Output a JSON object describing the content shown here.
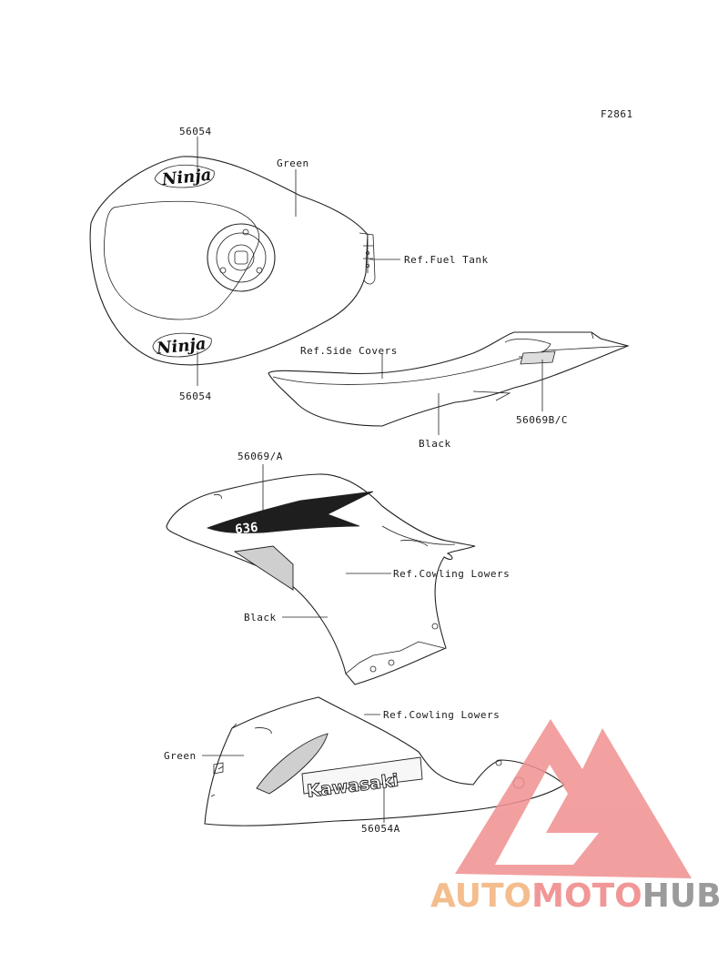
{
  "figure_id": "F2861",
  "tank": {
    "part_top": "56054",
    "part_bottom": "56054",
    "color_label": "Green",
    "ref_label": "Ref.Fuel Tank",
    "decal_text": "Ninja"
  },
  "side_cover": {
    "ref_label": "Ref.Side Covers",
    "part": "56069B/C",
    "color_label": "Black"
  },
  "upper_cowl": {
    "part": "56069/A",
    "ref_label": "Ref.Cowling Lowers",
    "color_label": "Black",
    "decal_text": "636"
  },
  "lower_cowl": {
    "ref_label": "Ref.Cowling Lowers",
    "color_label": "Green",
    "part": "56054A",
    "decal_text": "Kawasaki"
  },
  "watermark": {
    "part1": "AUTO",
    "part2": "MOTO",
    "part3": "HUB",
    "colors": {
      "auto": "#f3b27a",
      "moto": "#ef8686",
      "hub": "#8a8a8a",
      "triangle": "#f08f8f"
    }
  }
}
